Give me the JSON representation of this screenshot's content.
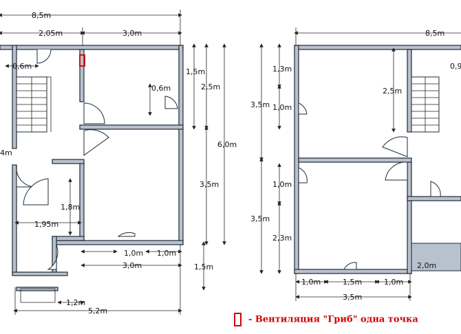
{
  "colors": {
    "wall_fill": "#b9c2cc",
    "wall_stroke": "#1e2a36",
    "terrace_fill": "#b8c2ce",
    "vent_marker": "#d10000"
  },
  "left_plan": {
    "dims": {
      "top_total": "8,5m",
      "top_left": "2,05m",
      "top_right": "3,0m",
      "door_offset": "0,6m",
      "right_top": "1,5m",
      "right_mid": "2,5m",
      "right_total": "6,0m",
      "right_lower": "3,5m",
      "right_porch": "1,5m",
      "door_gap_right": "0,6m",
      "inner_left_small": "4m",
      "hall_height": "1,8m",
      "hall_width": "1,95m",
      "bottom_door_left": "1,0m",
      "bottom_door_right": "1,0m",
      "bottom_room": "3,0m",
      "porch_step": "1,2m",
      "bottom_total": "5,2m"
    }
  },
  "right_plan": {
    "dims": {
      "top_total": "8,5m",
      "top_right_small": "0,9",
      "left_upper": "3,5m",
      "left_lower": "3,5m",
      "seg_1": "1,3m",
      "seg_2": "1,0m",
      "seg_3": "1,0m",
      "seg_4": "2,3m",
      "inner_stair": "2,5m",
      "terrace": "2,0m",
      "bottom_left": "1,0m",
      "bottom_mid": "1,5m",
      "bottom_right": "1,0m",
      "bottom_total": "3,5m"
    }
  },
  "legend": {
    "text": "- Вентиляция \"Гриб\" одна точка"
  }
}
